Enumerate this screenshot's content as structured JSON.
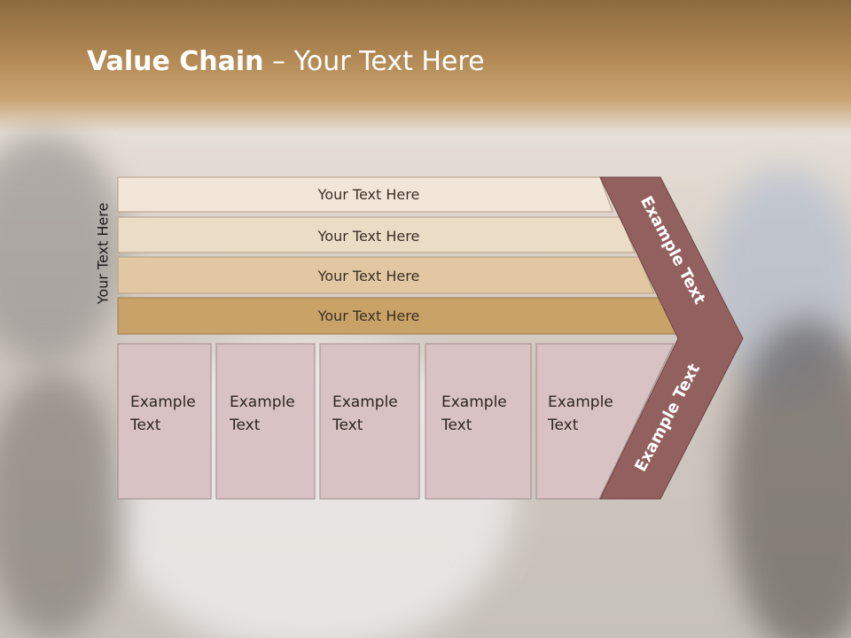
{
  "title": {
    "bold": "Value Chain",
    "rest": " – Your Text Here"
  },
  "vertical_label": "Your Text Here",
  "rows": [
    {
      "label": "Your Text Here",
      "color": "#f2e6d9"
    },
    {
      "label": "Your Text Here",
      "color": "#ebdcc6"
    },
    {
      "label": "Your Text Here",
      "color": "#e1c8a2"
    },
    {
      "label": "Your Text Here",
      "color": "#c9a267"
    }
  ],
  "boxes": [
    {
      "line1": "Example",
      "line2": "Text"
    },
    {
      "line1": "Example",
      "line2": "Text"
    },
    {
      "line1": "Example",
      "line2": "Text"
    },
    {
      "line1": "Example",
      "line2": "Text"
    },
    {
      "line1": "Example",
      "line2": "Text"
    }
  ],
  "box_color": "#d8c2c3",
  "arrow": {
    "upper": "Example Text",
    "lower": "Example Text",
    "color": "#92615f"
  }
}
